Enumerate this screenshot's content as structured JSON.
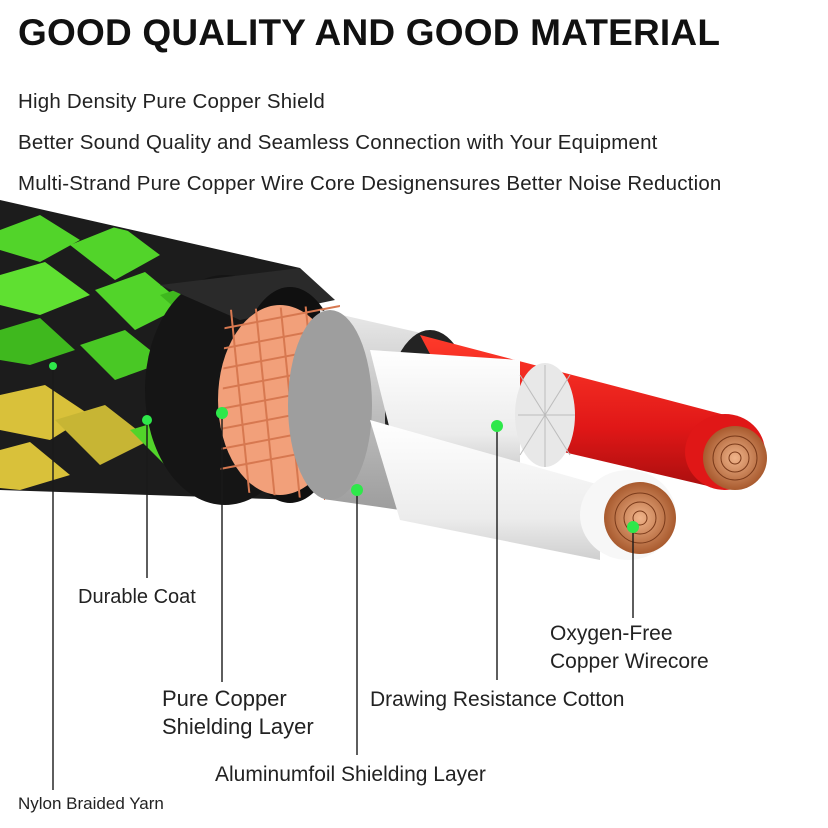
{
  "headline": "GOOD QUALITY AND GOOD MATERIAL",
  "features": [
    "High Density Pure Copper Shield",
    "Better Sound Quality and Seamless Connection with Your Equipment",
    "Multi-Strand Pure Copper Wire Core Designensures Better Noise Reduction"
  ],
  "callouts": {
    "durable_coat": "Durable Coat",
    "pure_copper_shield_1": "Pure Copper",
    "pure_copper_shield_2": "Shielding Layer",
    "aluminum_foil": "Aluminumfoil Shielding Layer",
    "nylon_yarn": "Nylon Braided Yarn",
    "drawing_cotton": "Drawing Resistance Cotton",
    "oxygen_free_1": "Oxygen-Free",
    "oxygen_free_2": "Copper Wirecore"
  },
  "colors": {
    "braid_green": "#52d42a",
    "braid_yellow": "#d9c13a",
    "jacket_black": "#1c1c1c",
    "copper_shield": "#f2a07a",
    "foil_silver": "#b9b9b9",
    "red_insulation": "#e01717",
    "white_insulation": "#f2f2f2",
    "copper_core": "#c97a4a",
    "marker_green": "#2ee84a"
  }
}
